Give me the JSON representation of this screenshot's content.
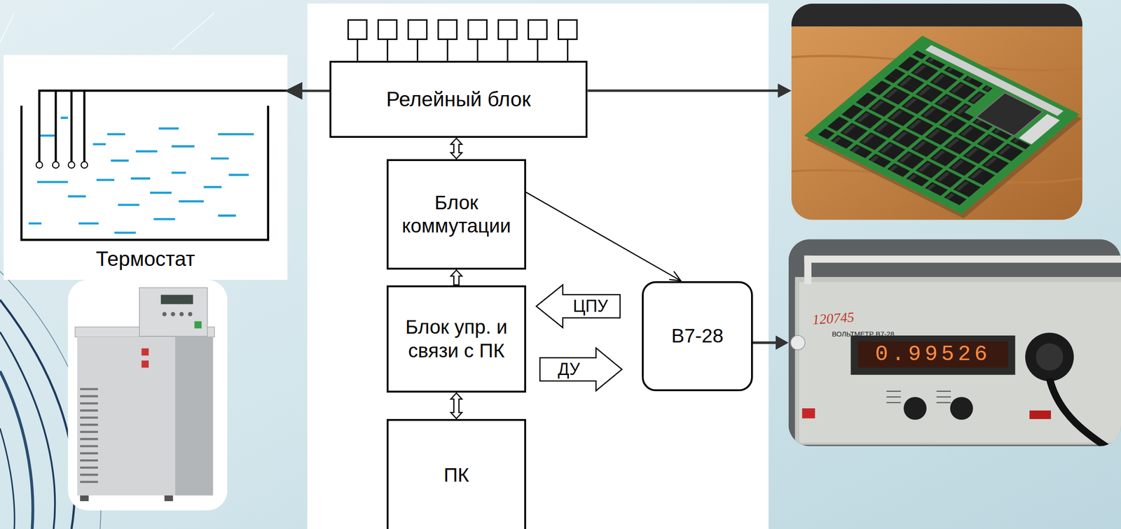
{
  "diagram": {
    "nodes": [
      {
        "text": [
          "Термостат"
        ]
      },
      {
        "text": [
          "Релейный блок"
        ]
      },
      {
        "text": [
          "Блок коммутации"
        ]
      },
      {
        "text": [
          "ЦПУ"
        ]
      },
      {
        "text": [
          "Блок упр. и связи с ПК"
        ]
      },
      {
        "text": [
          "ДУ"
        ]
      },
      {
        "text": [
          "В7-28"
        ]
      },
      {
        "text": [
          "ПК"
        ]
      }
    ],
    "edges": [
      {
        "from": 1,
        "to": 0,
        "arrow": "to"
      },
      {
        "from": 1,
        "to": 2,
        "arrow": "both"
      },
      {
        "from": 2,
        "to": 6,
        "arrow": "to"
      },
      {
        "from": 4,
        "to": 2,
        "arrow": "to"
      },
      {
        "from": 4,
        "to": 7,
        "arrow": "both"
      }
    ],
    "labels": [
      "120745",
      "ВОЛЬТМЕТР В7-28",
      "0.99526"
    ]
  }
}
